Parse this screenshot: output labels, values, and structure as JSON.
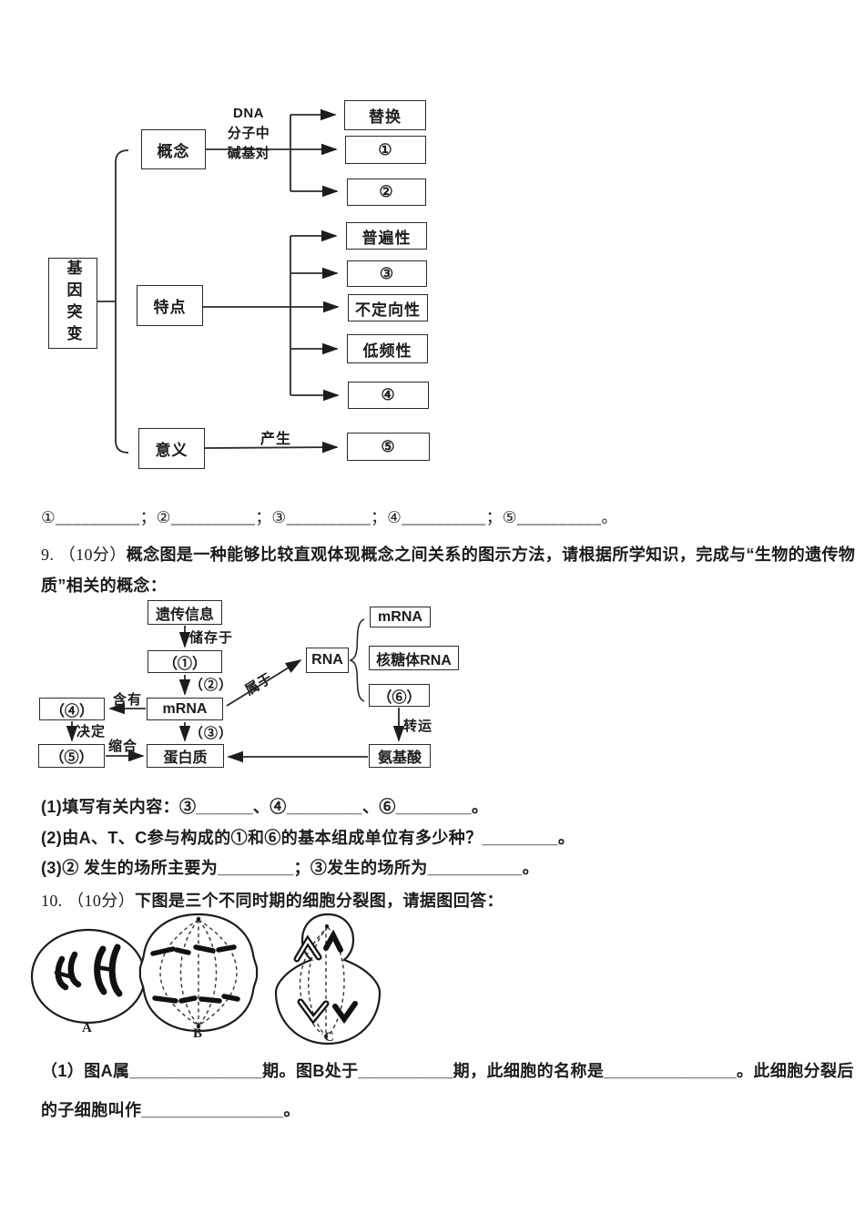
{
  "colors": {
    "ink": "#1c1c1c",
    "paper": "#fefefe"
  },
  "q8_diagram": {
    "root": "基因突变",
    "concept": "概念",
    "feature": "特点",
    "meaning": "意义",
    "edge_dna_1": "DNA",
    "edge_dna_2": "分子中",
    "edge_dna_3": "碱基对",
    "edge_produce": "产生",
    "concept_children": [
      "替换",
      "①",
      "②"
    ],
    "feature_children": [
      "普遍性",
      "③",
      "不定向性",
      "低频性",
      "④"
    ],
    "meaning_children": [
      "⑤"
    ],
    "answer_line": "①__________；②__________；③__________；④__________；⑤__________。"
  },
  "q9": {
    "number": "9.",
    "points": "（10分）",
    "intro_line1": "概念图是一种能够比较直观体现概念之间关系的图示方法，请根据所学知识，完成与“生物的遗传物",
    "intro_line2": "质”相关的概念：",
    "map_nodes": {
      "genetic_info": "遗传信息",
      "blank1": "（①）",
      "mrna": "mRNA",
      "blank4": "（④）",
      "blank5": "（⑤）",
      "protein": "蛋白质",
      "rna": "RNA",
      "mrna_item": "mRNA",
      "ribosome_rna": "核糖体RNA",
      "blank6": "（⑥）",
      "amino_acid": "氨基酸"
    },
    "map_edges": {
      "stored_in": "储存于",
      "blank2": "（②）",
      "contains": "含有",
      "determines": "决定",
      "condense": "缩合",
      "blank3": "（③）",
      "belongs_to": "属于",
      "transport": "转运"
    },
    "sub1": "(1)填写有关内容：③______、④________、⑥________。",
    "sub2": "(2)由A、T、C参与构成的①和⑥的基本组成单位有多少种？________。",
    "sub3": "(3)② 发生的场所主要为________；③发生的场所为__________。"
  },
  "q10": {
    "number": "10.",
    "points": "（10分）",
    "intro": "下图是三个不同时期的细胞分裂图，请据图回答：",
    "cells": [
      "A",
      "B",
      "C"
    ],
    "sub1_line1": "（1）图A属______________期。图B处于__________期，此细胞的名称是______________。此细胞分裂后",
    "sub1_line2": "的子细胞叫作_______________。"
  }
}
